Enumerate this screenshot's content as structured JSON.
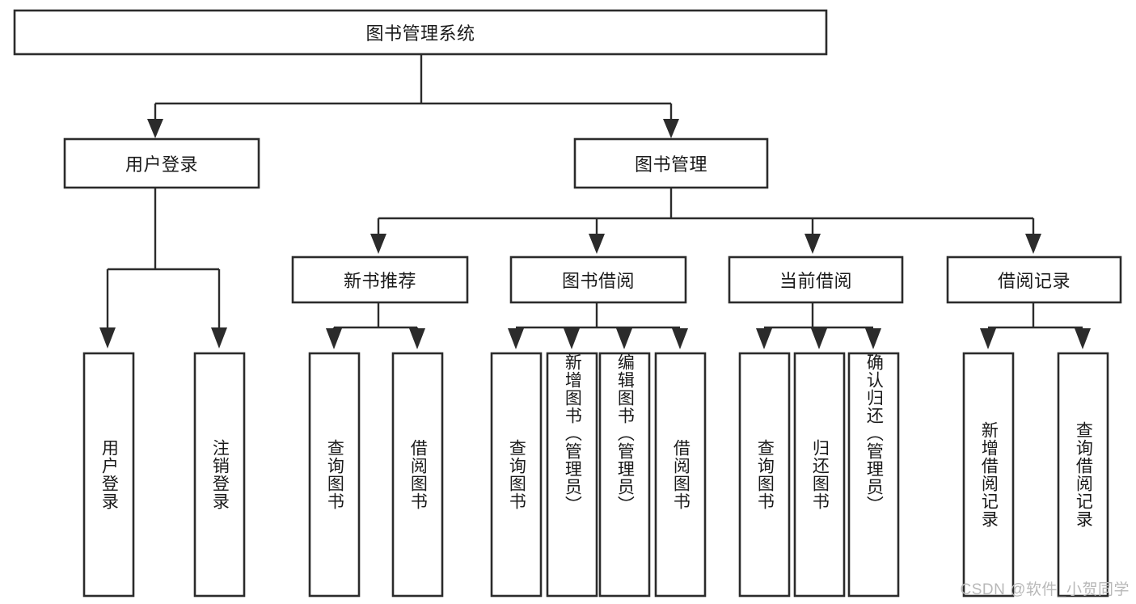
{
  "diagram": {
    "type": "tree-hierarchy",
    "title": "图书管理系统",
    "watermark": "CSDN @软件_小贺同学",
    "colors": {
      "stroke": "#2b2b2b",
      "fill": "#ffffff",
      "text": "#1a1a1a",
      "watermark": "#b8b8b8"
    },
    "levels": {
      "root_label": "图书管理系统",
      "level2": [
        {
          "label": "用户登录"
        },
        {
          "label": "图书管理"
        }
      ],
      "level3": [
        {
          "label": "新书推荐"
        },
        {
          "label": "图书借阅"
        },
        {
          "label": "当前借阅"
        },
        {
          "label": "借阅记录"
        }
      ]
    },
    "leaves": {
      "user_login_children": [
        {
          "label": "用户登录"
        },
        {
          "label": "注销登录"
        }
      ],
      "new_book_children": [
        {
          "label": "查询图书"
        },
        {
          "label": "借阅图书"
        }
      ],
      "book_borrow_children": [
        {
          "label": "查询图书"
        },
        {
          "label": "新增图书（管理员）"
        },
        {
          "label": "编辑图书（管理员）"
        },
        {
          "label": "借阅图书"
        }
      ],
      "current_borrow_children": [
        {
          "label": "查询图书"
        },
        {
          "label": "归还图书"
        },
        {
          "label": "确认归还（管理员）"
        }
      ],
      "borrow_record_children": [
        {
          "label": "新增借阅记录"
        },
        {
          "label": "查询借阅记录"
        }
      ]
    }
  }
}
